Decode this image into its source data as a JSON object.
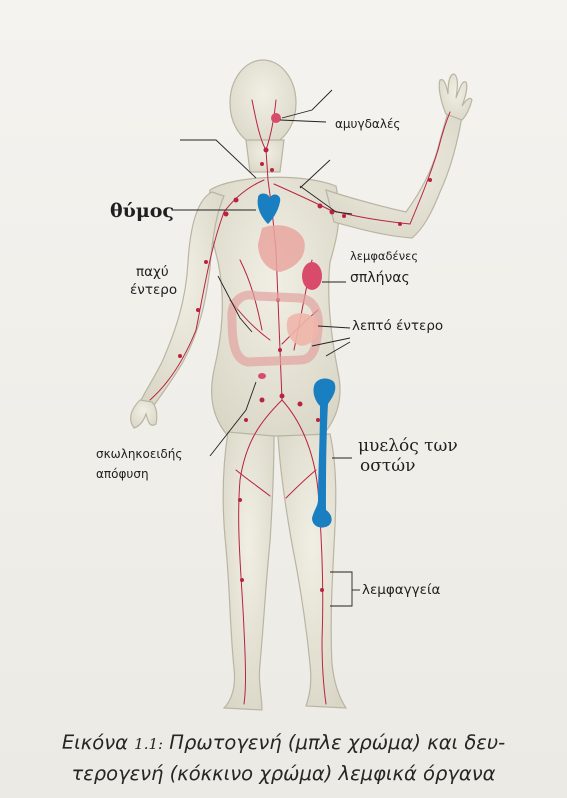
{
  "labels": {
    "tonsils": "αμυγδαλές",
    "thymus": "θύμος",
    "lymph_nodes": "λεμφαδένες",
    "spleen": "σπλήνας",
    "large_intestine_1": "παχύ",
    "large_intestine_2": "έντερο",
    "small_intestine": "λεπτό έντερο",
    "appendix_1": "σκωληκοειδής",
    "appendix_2": "απόφυση",
    "bone_marrow_1": "μυελός των",
    "bone_marrow_2": "οστών",
    "lymph_vessels": "λεμφαγγεία"
  },
  "caption": {
    "prefix": "Εικόνα",
    "number": "1.1:",
    "line1_rest": "Πρωτογενή (μπλε χρώμα) και δευ-",
    "line2": "τερογενή (κόκκινο χρώμα) λεμφικά όργανα"
  },
  "colors": {
    "primary_organs": "#1a7fc1",
    "secondary_organs": "#d94b6a",
    "lymph_vessels": "#b8243f",
    "skin": "#e6e4d8"
  }
}
